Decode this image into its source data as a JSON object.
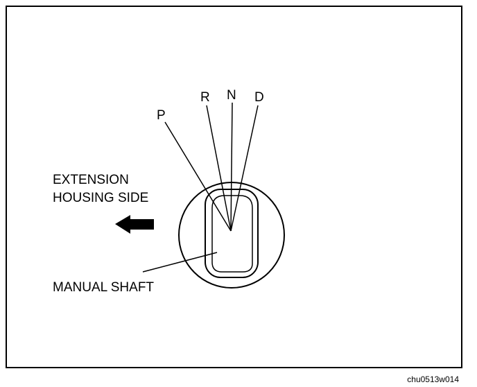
{
  "labels": {
    "extension_housing_line1": "EXTENSION",
    "extension_housing_line2": "HOUSING SIDE",
    "manual_shaft": "MANUAL SHAFT",
    "figure_code": "chu0513w014"
  },
  "positions": [
    {
      "key": "p",
      "label": "P"
    },
    {
      "key": "r",
      "label": "R"
    },
    {
      "key": "n",
      "label": "N"
    },
    {
      "key": "d",
      "label": "D"
    }
  ],
  "icons": {
    "direction_arrow": "arrow-left-icon"
  },
  "colors": {
    "ink": "#000000",
    "background": "#ffffff"
  }
}
